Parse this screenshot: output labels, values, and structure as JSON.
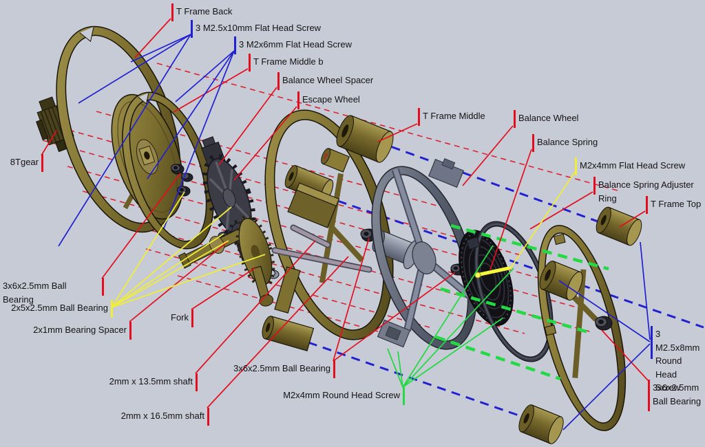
{
  "diagram": {
    "type": "exploded-assembly-drawing",
    "subject": "Tourbillon escapement exploded view with part callouts",
    "background_color": "#c7cbd6",
    "leader_colors": {
      "red": "#e30e1d",
      "blue": "#2121cf",
      "yellow": "#efed3a",
      "green": "#25d944"
    },
    "material_colors": {
      "brass": "#7d7030",
      "steel": "#8b91a0",
      "dark_steel": "#3c414c",
      "black_part": "#1a1a20"
    },
    "labels": [
      {
        "id": "t-frame-back",
        "text": "T Frame Back",
        "leader": "red"
      },
      {
        "id": "m2-5x10-flat-head-screw",
        "text": "3 M2.5x10mm Flat Head Screw",
        "leader": "blue"
      },
      {
        "id": "m2x6-flat-head-screw",
        "text": "3 M2x6mm Flat Head Screw",
        "leader": "blue"
      },
      {
        "id": "t-frame-middle-b",
        "text": "T Frame Middle b",
        "leader": "red"
      },
      {
        "id": "balance-wheel-spacer",
        "text": "Balance Wheel Spacer",
        "leader": "red"
      },
      {
        "id": "escape-wheel",
        "text": "Escape Wheel",
        "leader": "red"
      },
      {
        "id": "t-frame-middle",
        "text": "T Frame Middle",
        "leader": "red"
      },
      {
        "id": "balance-wheel",
        "text": "Balance Wheel",
        "leader": "red"
      },
      {
        "id": "balance-spring",
        "text": "Balance Spring",
        "leader": "red"
      },
      {
        "id": "m2x4-flat-head-screw",
        "text": "M2x4mm Flat Head Screw",
        "leader": "yellow"
      },
      {
        "id": "balance-spring-adjuster",
        "text": "Balance Spring Adjuster Ring",
        "leader": "red"
      },
      {
        "id": "t-frame-top",
        "text": "T Frame Top",
        "leader": "red"
      },
      {
        "id": "8t-gear",
        "text": "8Tgear",
        "leader": "red"
      },
      {
        "id": "ball-bearing-3x6-left",
        "text": "3x6x2.5mm Ball Bearing",
        "leader": "red"
      },
      {
        "id": "ball-bearing-2x5",
        "text": "2x5x2.5mm Ball Bearing",
        "leader": "yellow"
      },
      {
        "id": "bearing-spacer-2x1",
        "text": "2x1mm Bearing Spacer",
        "leader": "red"
      },
      {
        "id": "fork",
        "text": "Fork",
        "leader": "red"
      },
      {
        "id": "shaft-13-5",
        "text": "2mm x 13.5mm shaft",
        "leader": "red"
      },
      {
        "id": "shaft-16-5",
        "text": "2mm x 16.5mm shaft",
        "leader": "red"
      },
      {
        "id": "ball-bearing-3x6-mid",
        "text": "3x6x2.5mm Ball Bearing",
        "leader": "red"
      },
      {
        "id": "m2x4-round-head-screw",
        "text": "M2x4mm Round Head Screw",
        "leader": "green"
      },
      {
        "id": "m2-5x8-round-head-screw",
        "text": "3 M2.5x8mm\nRound Head\nScrew",
        "leader": "blue"
      },
      {
        "id": "ball-bearing-3x6-right",
        "text": "3x6x2.5mm\nBall Bearing",
        "leader": "red"
      }
    ]
  }
}
